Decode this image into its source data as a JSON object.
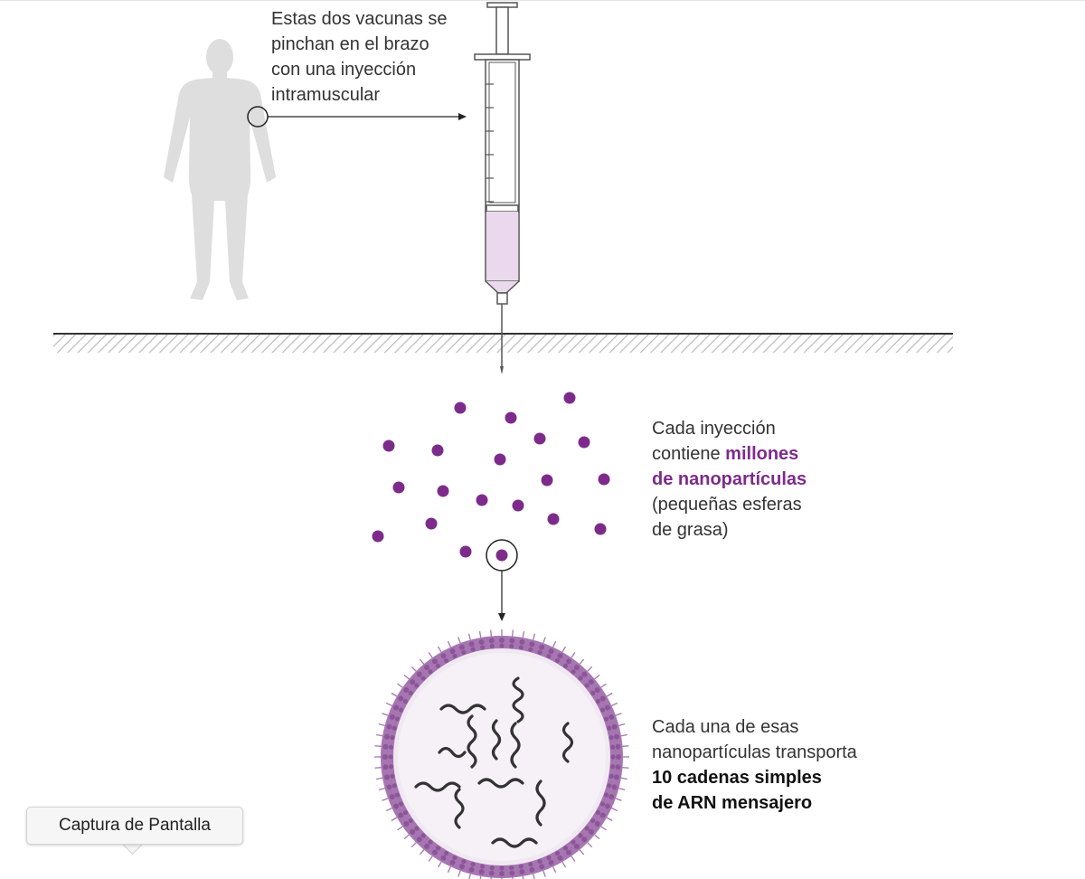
{
  "colors": {
    "accent": "#7d2b8b",
    "silhouette": "#dedede",
    "liquid": "#ead9ec",
    "membrane": "#a676b1",
    "text": "#333333"
  },
  "icons": [
    "human-silhouette-icon",
    "syringe-icon",
    "nanoparticle-icon",
    "rna-strand-icon"
  ],
  "injection_label": {
    "lines": [
      "Estas dos vacunas se",
      "pinchan en el brazo",
      "con una inyección",
      "intramuscular"
    ]
  },
  "nanoparticles_label": {
    "line1": "Cada inyección",
    "line2_prefix": "contiene ",
    "line2_highlight": "millones",
    "line3_highlight": "de nanopartículas",
    "line4": "(pequeñas esferas",
    "line5": "de grasa)"
  },
  "arn_label": {
    "line1": "Cada una de esas",
    "line2": "nanopartículas transporta",
    "line3_highlight": "10 cadenas simples",
    "line4_highlight": "de ARN mensajero"
  },
  "tooltip": {
    "label": "Captura de Pantalla"
  }
}
